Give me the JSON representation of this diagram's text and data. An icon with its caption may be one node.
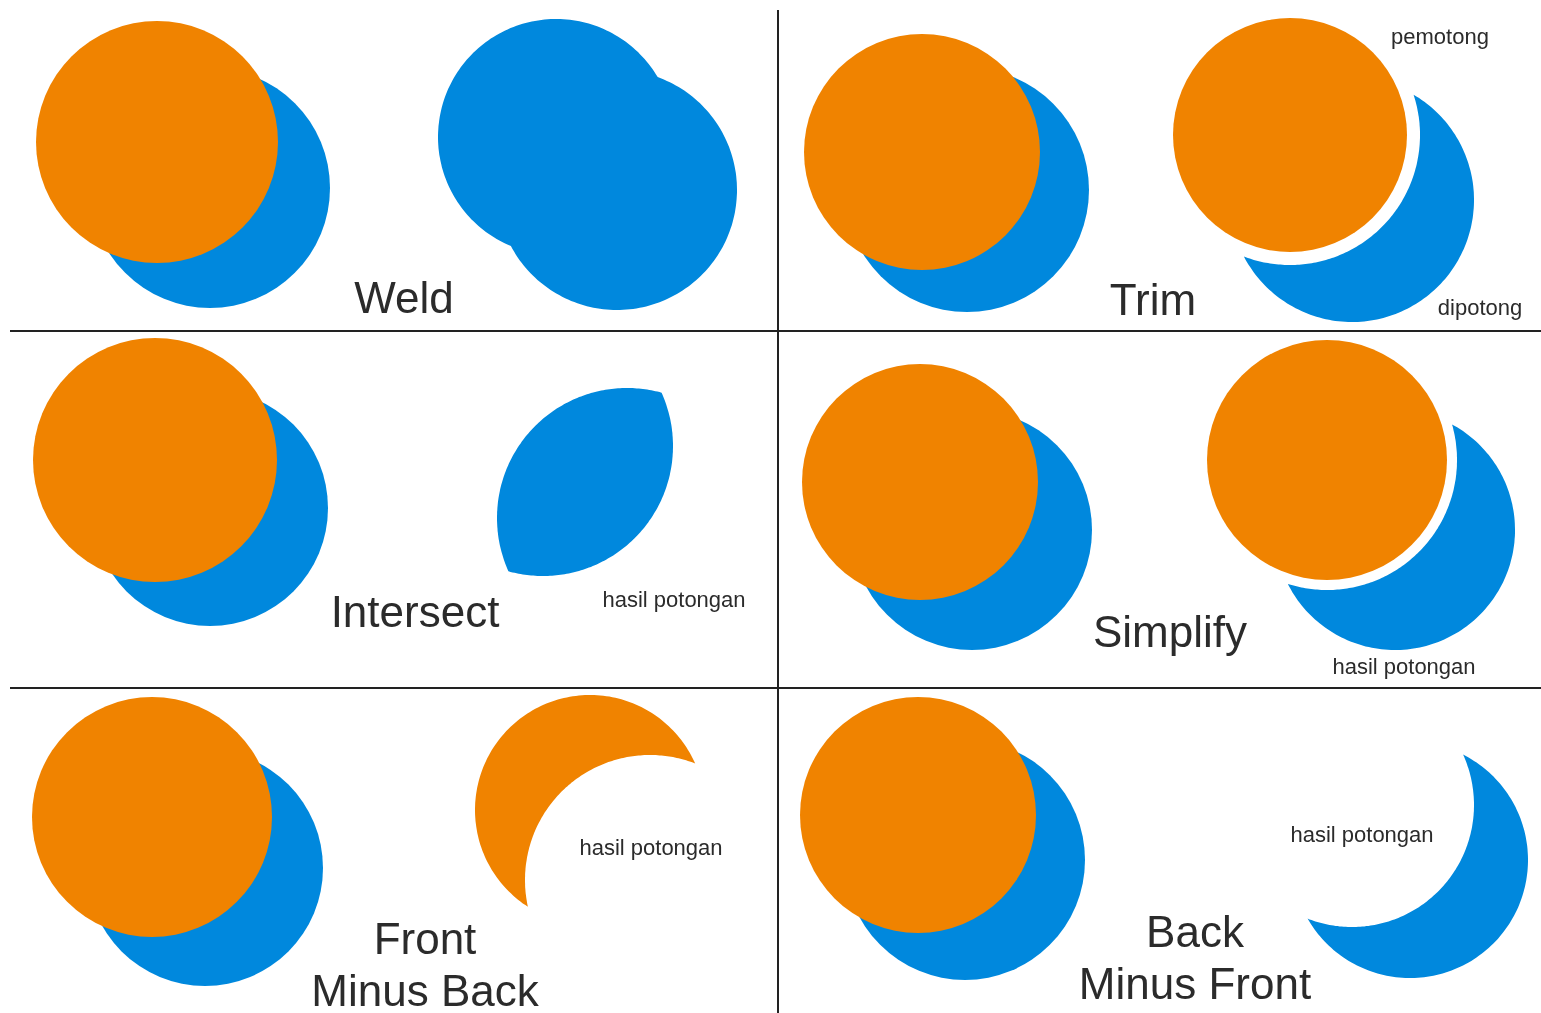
{
  "diagram": {
    "labels": [
      "Weld",
      "Trim",
      "pemotong",
      "dipotong",
      "Intersect",
      "hasil potongan",
      "Simplify",
      "hasil potongan",
      "Front Minus Back",
      "hasil potongan",
      "Back Minus Front",
      "hasil potongan"
    ]
  }
}
